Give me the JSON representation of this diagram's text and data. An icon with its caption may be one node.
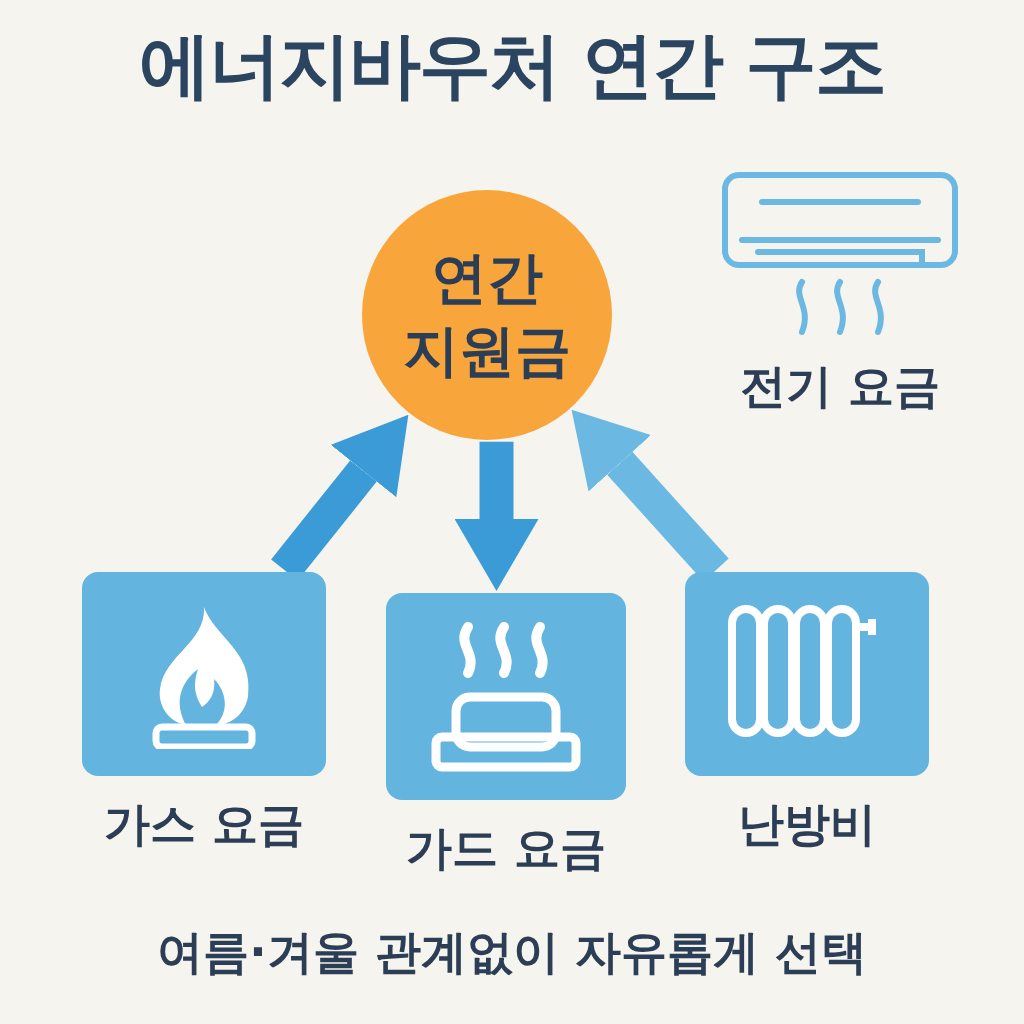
{
  "diagram": {
    "title": "에너지바우처 연간 구조",
    "nodes": [
      {
        "text": [
          "연간 지원금"
        ]
      },
      {
        "text": [
          "전기 요금"
        ]
      },
      {
        "text": [
          "가스 요금"
        ]
      },
      {
        "text": [
          "가드 요금"
        ]
      },
      {
        "text": [
          "난방비"
        ]
      }
    ],
    "edges": [
      {
        "from": 2,
        "to": 0,
        "arrow": "to"
      },
      {
        "from": 0,
        "to": 3,
        "arrow": "to"
      },
      {
        "from": 4,
        "to": 0,
        "arrow": "to",
        "color": "#6bb9e2"
      }
    ],
    "labels": [
      "여름·겨울 관계없이 자유롭게 선택"
    ]
  }
}
